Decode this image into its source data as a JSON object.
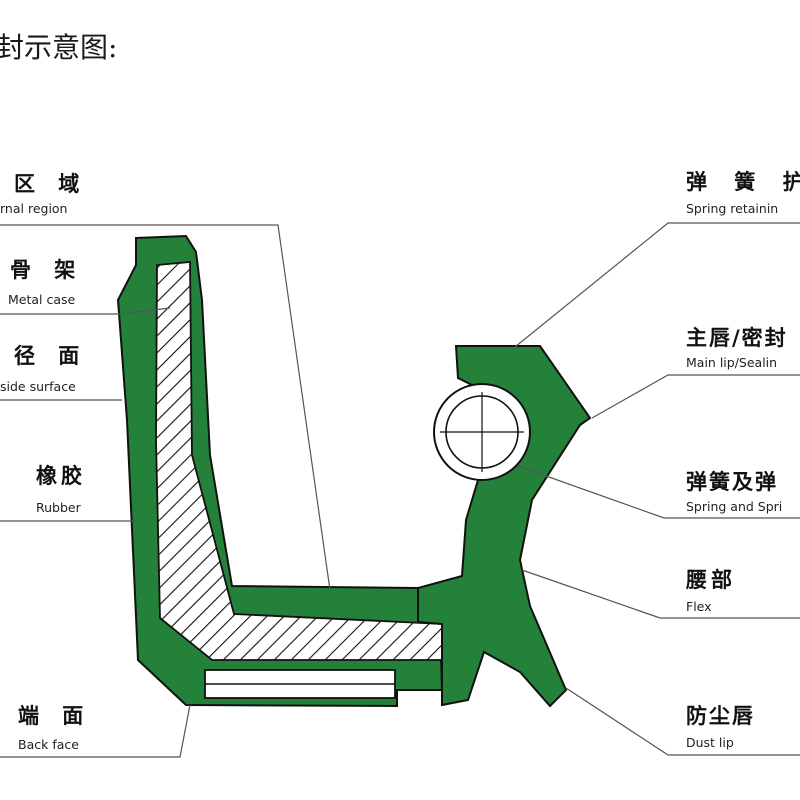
{
  "title": "封示意图:",
  "labels_left": [
    {
      "id": "external-region",
      "cn": "区 域",
      "en": "rnal region"
    },
    {
      "id": "metal-case",
      "cn": "骨 架",
      "en": "Metal case"
    },
    {
      "id": "outside-surface",
      "cn": "径 面",
      "en": "side surface"
    },
    {
      "id": "rubber",
      "cn": "橡胶",
      "en": "Rubber"
    },
    {
      "id": "back-face",
      "cn": "端 面",
      "en": "Back face"
    }
  ],
  "labels_right": [
    {
      "id": "spring-retainer",
      "cn": "弹 簧 护",
      "en": "Spring retainin"
    },
    {
      "id": "main-lip",
      "cn": "主唇/密封",
      "en": "Main lip/Sealin"
    },
    {
      "id": "spring",
      "cn": "弹簧及弹",
      "en": "Spring and Spri"
    },
    {
      "id": "flex",
      "cn": "腰部",
      "en": "Flex"
    },
    {
      "id": "dust-lip",
      "cn": "防尘唇",
      "en": "Dust lip"
    }
  ],
  "colors": {
    "rubber": "#23813a",
    "outline": "#111111",
    "leader": "#555555",
    "case_fill": "#ffffff"
  }
}
